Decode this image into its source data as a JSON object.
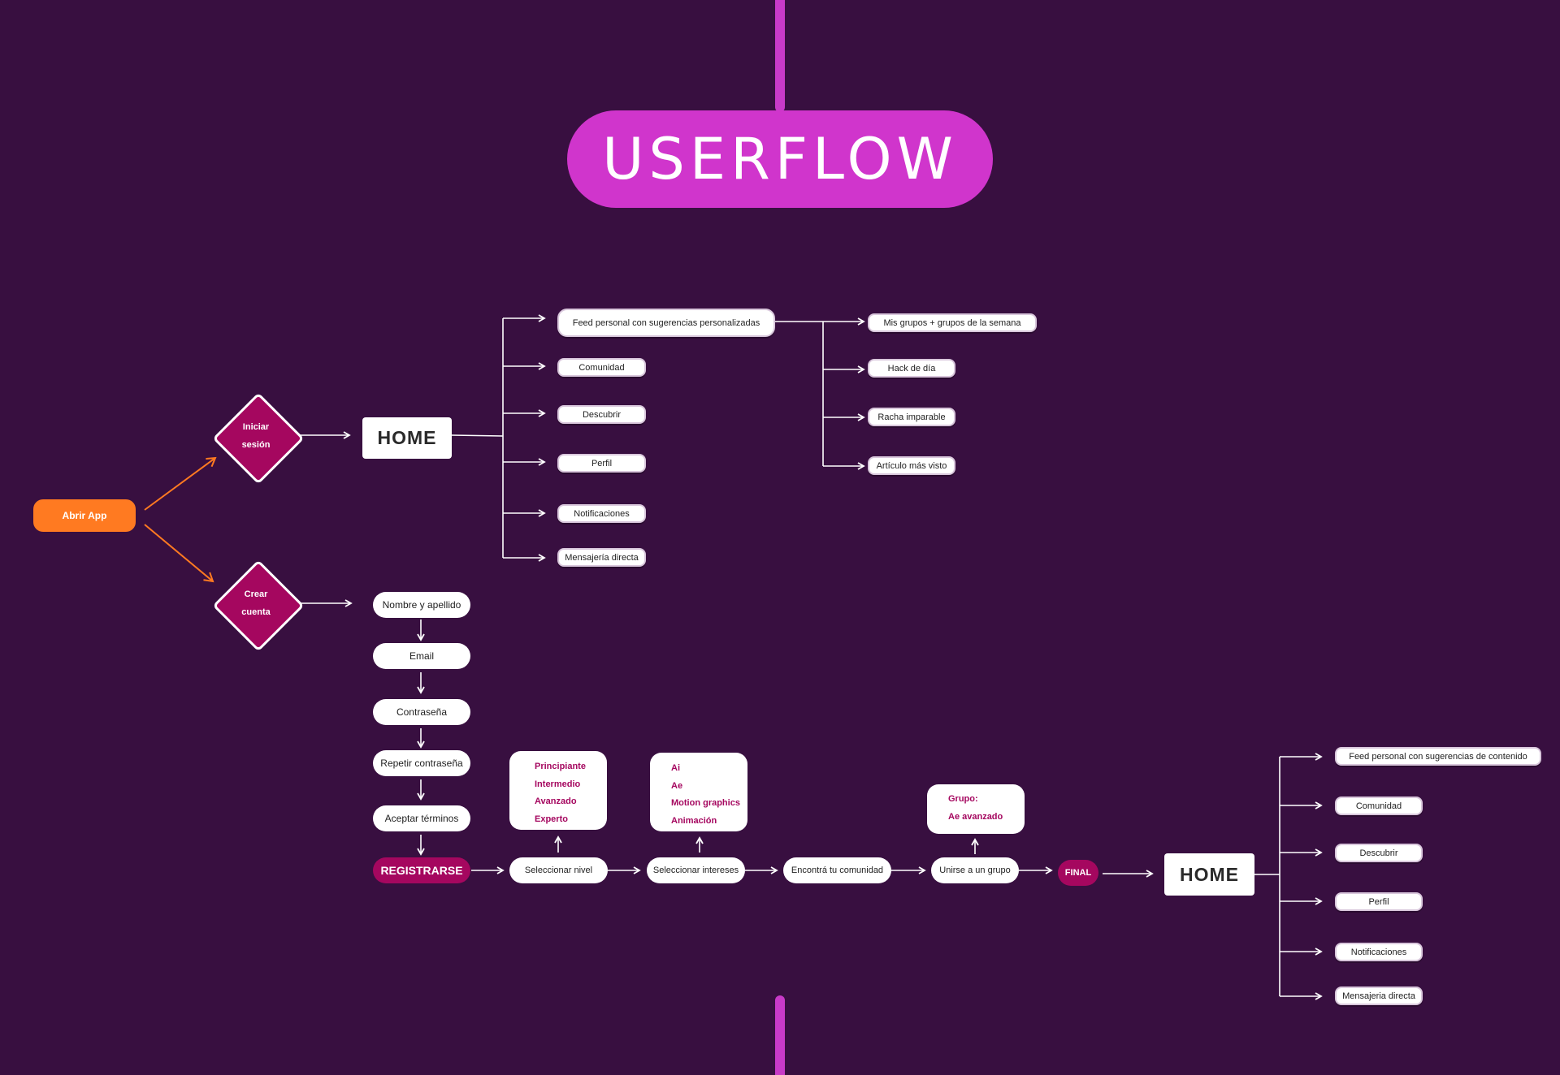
{
  "title": "USERFLOW",
  "start": "Abrir App",
  "login": {
    "decision": [
      "Iniciar",
      "sesión"
    ],
    "home": "HOME",
    "menu": [
      "Feed personal con sugerencias personalizadas",
      "Comunidad",
      "Descubrir",
      "Perfil",
      "Notificaciones",
      "Mensajería directa"
    ],
    "feed_items": [
      "Mis grupos + grupos de la semana",
      "Hack de día",
      "Racha imparable",
      "Artículo más visto"
    ]
  },
  "signup": {
    "decision": [
      "Crear",
      "cuenta"
    ],
    "fields": [
      "Nombre y apellido",
      "Email",
      "Contraseña",
      "Repetir contraseña",
      "Aceptar términos"
    ],
    "register": "REGISTRARSE"
  },
  "onboarding": {
    "steps": [
      "Seleccionar nivel",
      "Seleccionar intereses",
      "Encontrá tu comunidad",
      "Unirse a un grupo"
    ],
    "levels": [
      "Principiante",
      "Intermedio",
      "Avanzado",
      "Experto"
    ],
    "interests": [
      "Ai",
      "Ae",
      "Motion graphics",
      "Animación"
    ],
    "group": [
      "Grupo:",
      "Ae avanzado"
    ],
    "final": "FINAL"
  },
  "final_home": {
    "home": "HOME",
    "menu": [
      "Feed personal con sugerencias de contenido",
      "Comunidad",
      "Descubrir",
      "Perfil",
      "Notificaciones",
      "Mensajeria directa"
    ]
  },
  "colors": {
    "background": "#380f40",
    "accent": "#d035cc",
    "magenta": "#a5075f",
    "orange": "#ff7a21",
    "node": "#ffffff"
  }
}
